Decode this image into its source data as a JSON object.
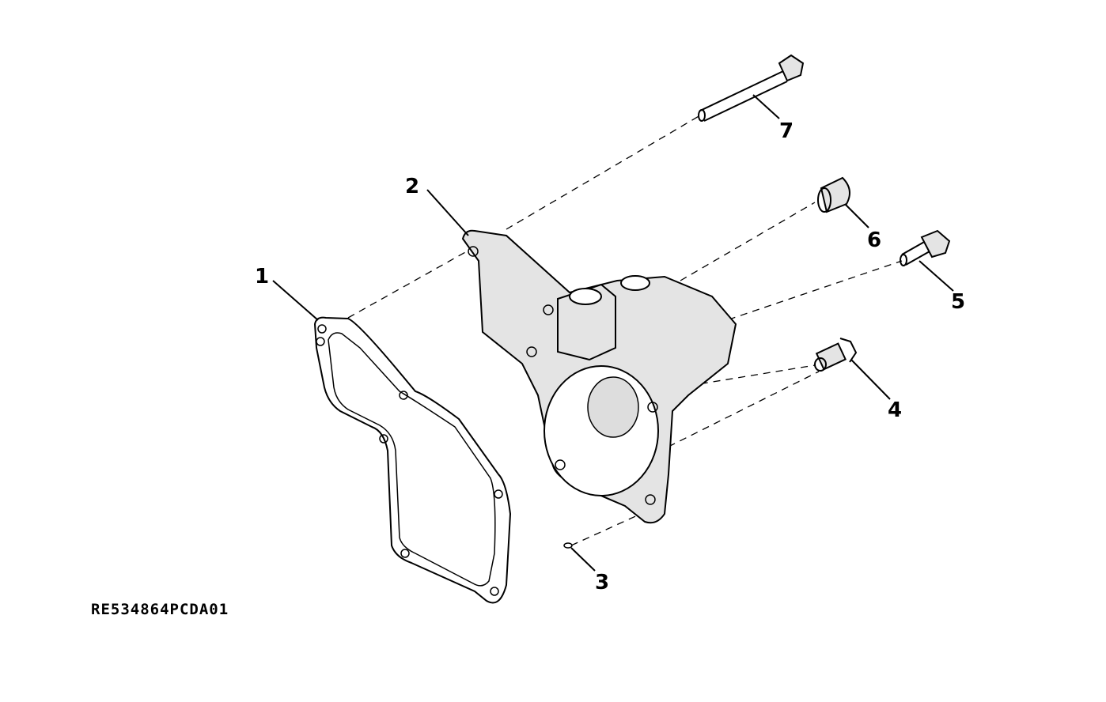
{
  "figure_code": "RE534864PCDA01",
  "callouts": [
    {
      "id": "1",
      "part": "gasket"
    },
    {
      "id": "2",
      "part": "housing"
    },
    {
      "id": "3",
      "part": "o-ring"
    },
    {
      "id": "4",
      "part": "sensor"
    },
    {
      "id": "5",
      "part": "cap-screw"
    },
    {
      "id": "6",
      "part": "bushing"
    },
    {
      "id": "7",
      "part": "long-bolt"
    }
  ]
}
